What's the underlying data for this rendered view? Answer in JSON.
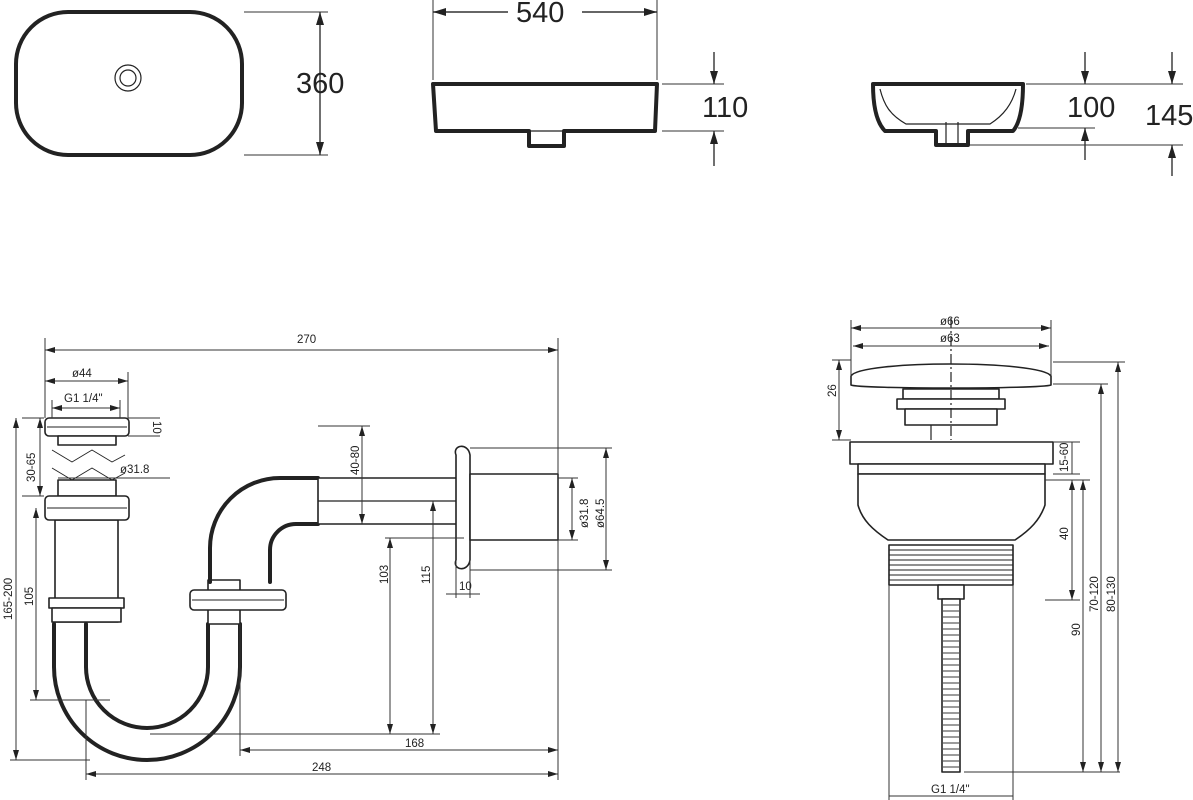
{
  "basin": {
    "dims": {
      "depth": "360",
      "width": "540",
      "height_side": "110",
      "inner_depth": "100",
      "total_height": "145"
    }
  },
  "siphon": {
    "dims": {
      "overall_width": "270",
      "outlet_diameter": "ø44",
      "thread": "G1 1/4\"",
      "nut_height": "10",
      "adjust": "30-65",
      "pipe_diameter": "ø31.8",
      "height_range": "165-200",
      "lower_height": "105",
      "wall_offset": "40-80",
      "wall_pipe_diameter": "ø31.8",
      "flange_diameter": "ø64.5",
      "height_103": "103",
      "height_115": "115",
      "flange_thickness": "10",
      "depth_168": "168",
      "depth_248": "248"
    }
  },
  "waste": {
    "dims": {
      "cap_diameter": "ø66",
      "body_diameter": "ø63",
      "cap_height": "26",
      "range_15_60": "15-60",
      "body_40": "40",
      "stem_90": "90",
      "range_70_120": "70-120",
      "range_80_130": "80-130",
      "thread": "G1 1/4\""
    }
  }
}
